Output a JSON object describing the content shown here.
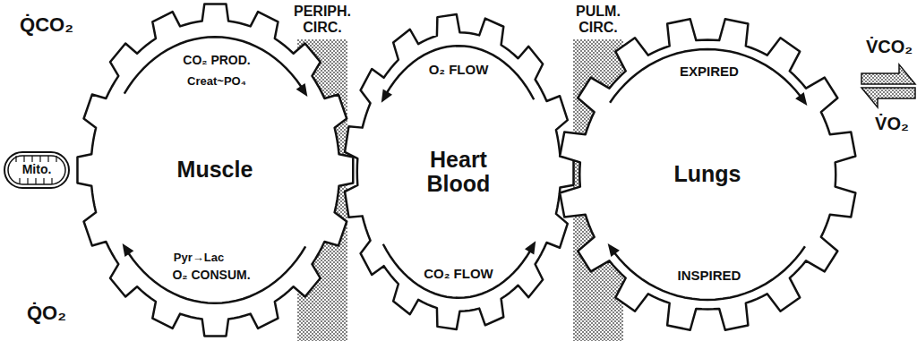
{
  "diagram": {
    "nodes": [
      {
        "text": [
          "Mito."
        ]
      },
      {
        "text": [
          "Muscle"
        ]
      },
      {
        "text": [
          "Heart Blood"
        ]
      },
      {
        "text": [
          "Lungs"
        ]
      }
    ],
    "labels": [
      "Q̇CO₂",
      "Q̇O₂",
      "PERIPH. CIRC.",
      "PULM. CIRC.",
      "CO₂ PROD.",
      "Creat~PO₄",
      "Pyr→Lac",
      "O₂ CONSUM.",
      "O₂ FLOW",
      "CO₂ FLOW",
      "EXPIRED",
      "INSPIRED",
      "V̇CO₂",
      "V̇O₂"
    ]
  }
}
